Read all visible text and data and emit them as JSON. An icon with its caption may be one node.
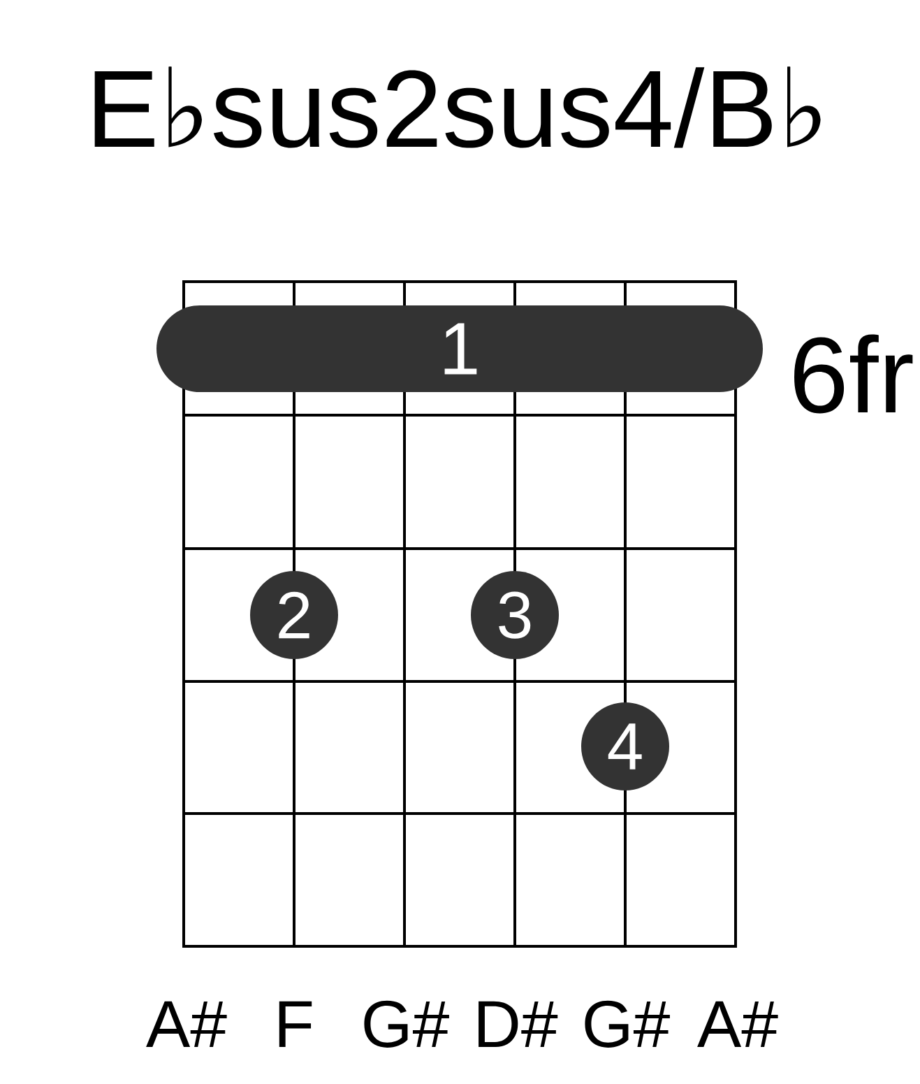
{
  "diagram": {
    "title": "E♭sus2sus4/B♭",
    "nodes": [
      {
        "text": [
          "1"
        ]
      },
      {
        "text": [
          "2"
        ]
      },
      {
        "text": [
          "3"
        ]
      },
      {
        "text": [
          "4"
        ]
      }
    ],
    "labels": [
      "6fr",
      "A#",
      "F",
      "G#",
      "D#",
      "G#",
      "A#"
    ]
  }
}
